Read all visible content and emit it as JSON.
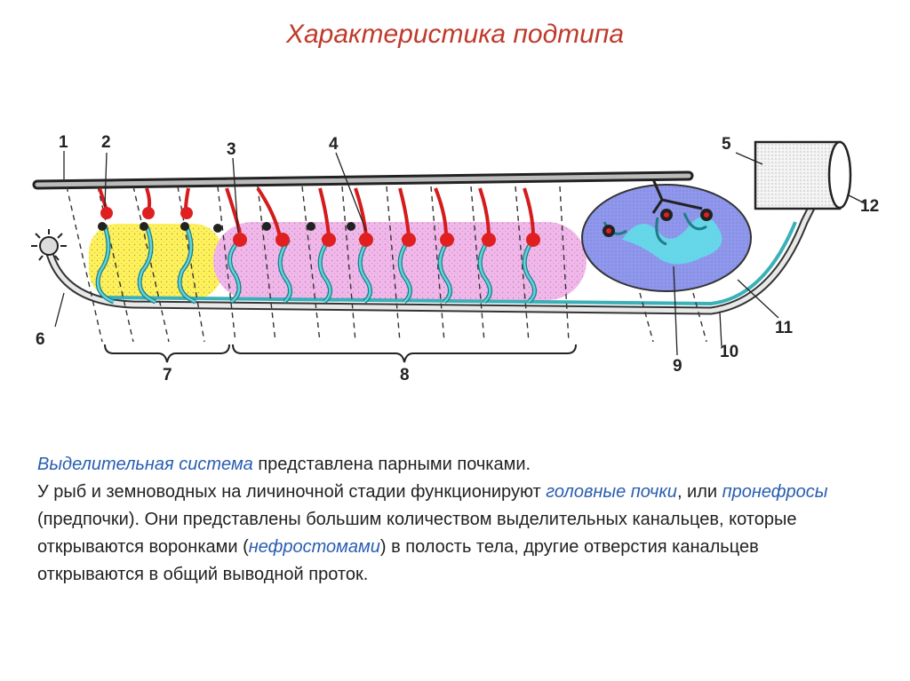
{
  "slide": {
    "title": "Характеристика подтипа"
  },
  "diagram": {
    "callouts": [
      "1",
      "2",
      "3",
      "4",
      "5",
      "6",
      "7",
      "8",
      "9",
      "10",
      "11",
      "12"
    ],
    "colors": {
      "pronephros_zone": "#fff15a",
      "mesonephros_zone": "#f2b7ea",
      "metanephros_body": "#8f97ee",
      "tubule": "#3ab0b8",
      "glomerulus": "#e02020",
      "duct": "#888888"
    }
  },
  "text": {
    "p1_term": "Выделительная система",
    "p1_rest": " представлена парными почками.",
    "p2_a": "У рыб и земноводных на личиночной стадии функционируют ",
    "p2_term1": "головные почки",
    "p2_b": ", или ",
    "p2_term2": "пронефросы",
    "p2_c": " (предпочки). Они представлены большим количеством выделительных канальцев, которые открываются воронками (",
    "p2_term3": "нефростомами",
    "p2_d": ") в полость тела, другие отверстия канальцев открываются в общий выводной проток."
  }
}
